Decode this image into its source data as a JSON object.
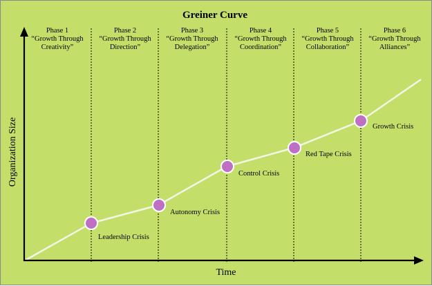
{
  "title": "Greiner Curve",
  "axes": {
    "x_label": "Time",
    "y_label": "Organization Size"
  },
  "phases": [
    {
      "number": "Phase 1",
      "line1": "“Growth Through",
      "line2": "Creativity”"
    },
    {
      "number": "Phase 2",
      "line1": "“Growth Through",
      "line2": "Direction”"
    },
    {
      "number": "Phase 3",
      "line1": "“Growth Through",
      "line2": "Delegation”"
    },
    {
      "number": "Phase 4",
      "line1": "“Growth Through",
      "line2": "Coordination”"
    },
    {
      "number": "Phase 5",
      "line1": "“Growth Through",
      "line2": "Collaboration”"
    },
    {
      "number": "Phase 6",
      "line1": "“Growth Through",
      "line2": "Alliances”"
    }
  ],
  "crises": [
    {
      "label": "Leadership Crisis"
    },
    {
      "label": "Autonomy Crisis"
    },
    {
      "label": "Control Crisis"
    },
    {
      "label": "Red Tape Crisis"
    },
    {
      "label": "Growth Crisis"
    }
  ],
  "colors": {
    "background": "#c4de6a",
    "curve": "#f2f6e6",
    "node_fill": "#c070c4",
    "node_stroke": "#ffffff",
    "axis": "#000000",
    "divider": "#000000"
  }
}
